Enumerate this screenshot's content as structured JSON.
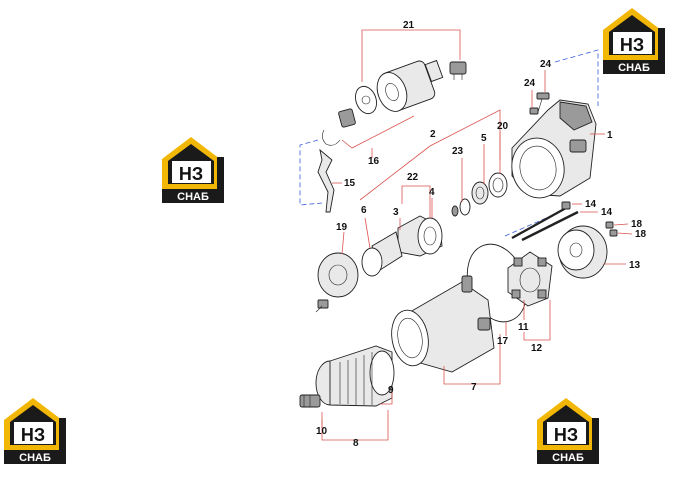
{
  "logo": {
    "letters": "НЗ",
    "word": "СНАБ",
    "brand_color": "#f2b705",
    "dark_color": "#1a1a1a"
  },
  "callouts": {
    "c1": "1",
    "c2": "2",
    "c3": "3",
    "c4": "4",
    "c5": "5",
    "c6": "6",
    "c7": "7",
    "c8": "8",
    "c9": "9",
    "c10": "10",
    "c11": "11",
    "c12": "12",
    "c13": "13",
    "c14a": "14",
    "c14b": "14",
    "c15": "15",
    "c16": "16",
    "c17": "17",
    "c18a": "18",
    "c18b": "18",
    "c19": "19",
    "c20": "20",
    "c21": "21",
    "c22": "22",
    "c23": "23",
    "c24a": "24",
    "c24b": "24"
  }
}
